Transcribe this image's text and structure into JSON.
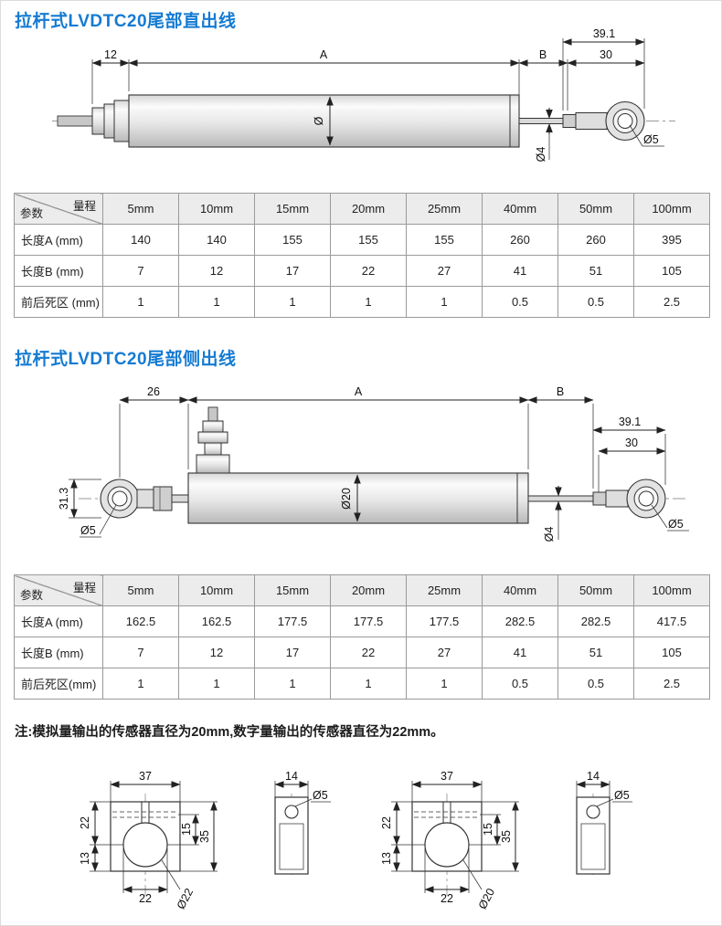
{
  "page": {
    "title1": "拉杆式LVDTC20尾部直出线",
    "title2": "拉杆式LVDTC20尾部侧出线",
    "note": "注:模拟量输出的传感器直径为20mm,数字量输出的传感器直径为22mm。"
  },
  "drawing1": {
    "dims": {
      "d12": "12",
      "dA": "A",
      "dB": "B",
      "d30": "30",
      "d39": "39.1",
      "body": "Ø",
      "rod": "Ø4",
      "bore": "Ø5"
    }
  },
  "drawing2": {
    "dims": {
      "d26": "26",
      "dA": "A",
      "dB": "B",
      "d30": "30",
      "d39": "39.1",
      "d313": "31.3",
      "body": "Ø20",
      "rod": "Ø4",
      "bore_left": "Ø5",
      "bore_right": "Ø5"
    }
  },
  "table1": {
    "corner_top": "量程",
    "corner_bottom": "参数",
    "columns": [
      "5mm",
      "10mm",
      "15mm",
      "20mm",
      "25mm",
      "40mm",
      "50mm",
      "100mm"
    ],
    "rows": [
      {
        "label": "长度A (mm)",
        "values": [
          "140",
          "140",
          "155",
          "155",
          "155",
          "260",
          "260",
          "395"
        ]
      },
      {
        "label": "长度B (mm)",
        "values": [
          "7",
          "12",
          "17",
          "22",
          "27",
          "41",
          "51",
          "105"
        ]
      },
      {
        "label": "前后死区 (mm)",
        "values": [
          "1",
          "1",
          "1",
          "1",
          "1",
          "0.5",
          "0.5",
          "2.5"
        ]
      }
    ]
  },
  "table2": {
    "corner_top": "量程",
    "corner_bottom": "参数",
    "columns": [
      "5mm",
      "10mm",
      "15mm",
      "20mm",
      "25mm",
      "40mm",
      "50mm",
      "100mm"
    ],
    "rows": [
      {
        "label": "长度A (mm)",
        "values": [
          "162.5",
          "162.5",
          "177.5",
          "177.5",
          "177.5",
          "282.5",
          "282.5",
          "417.5"
        ]
      },
      {
        "label": "长度B (mm)",
        "values": [
          "7",
          "12",
          "17",
          "22",
          "27",
          "41",
          "51",
          "105"
        ]
      },
      {
        "label": "前后死区(mm)",
        "values": [
          "1",
          "1",
          "1",
          "1",
          "1",
          "0.5",
          "0.5",
          "2.5"
        ]
      }
    ]
  },
  "mounts": {
    "g1": {
      "width": "37",
      "upper": "22",
      "lower": "13",
      "inner": "15",
      "height": "35",
      "bore_dist": "22",
      "bore_label": "Ø22",
      "side_width": "14",
      "hole": "Ø5"
    },
    "g2": {
      "width": "37",
      "upper": "22",
      "lower": "13",
      "inner": "15",
      "height": "35",
      "bore_dist": "22",
      "bore_label": "Ø20",
      "side_width": "14",
      "hole": "Ø5"
    }
  },
  "colors": {
    "accent": "#157bd2",
    "table_header_bg": "#ececec",
    "table_border": "#9a9a9a"
  }
}
